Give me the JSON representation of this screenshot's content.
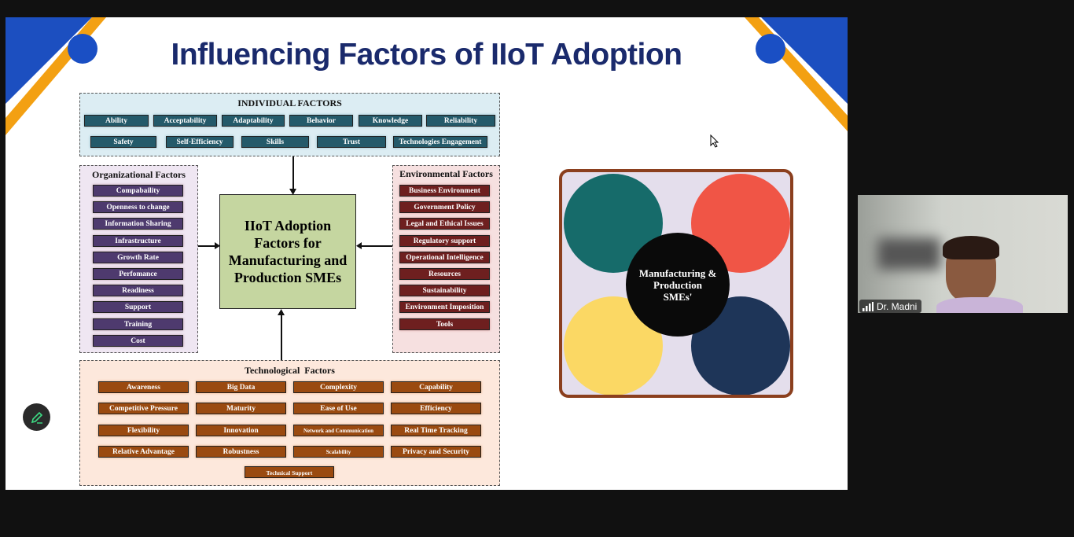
{
  "slide": {
    "title": "Influencing Factors of IIoT Adoption",
    "individual": {
      "heading": "INDIVIDUAL FACTORS",
      "items": [
        "Ability",
        "Acceptability",
        "Adaptability",
        "Behavior",
        "Knowledge",
        "Reliability",
        "Safety",
        "Self-Efficiency",
        "Skills",
        "Trust",
        "Technologies Engagement"
      ]
    },
    "organizational": {
      "heading": "Organizational Factors",
      "items": [
        "Compabaility",
        "Openness to change",
        "Information Sharing",
        "Infrastructure",
        "Growth Rate",
        "Perfomance",
        "Readiness",
        "Support",
        "Training",
        "Cost"
      ]
    },
    "environmental": {
      "heading": "Environmental Factors",
      "items": [
        "Business Environment",
        "Government Policy",
        "Legal and Ethical Issues",
        "Regulatory support",
        "Operational Intelligence",
        "Resources",
        "Sustainability",
        "Environment Imposition",
        "Tools"
      ]
    },
    "technological": {
      "heading": "Technological  Factors",
      "items": [
        "Awareness",
        "Big Data",
        "Complexity",
        "Capability",
        "Competitive Pressure",
        "Maturity",
        "Ease of Use",
        "Efficiency",
        "Flexibility",
        "Innovation",
        "Network and Communication",
        "Real Time Tracking",
        "Relative Advantage",
        "Robustness",
        "Scalability",
        "Privacy and Security",
        "Technical Support"
      ]
    },
    "center": "IIoT Adoption Factors for Manufacturing and Production SMEs",
    "graphic_center": "Manufacturing & Production SMEs'"
  },
  "participant": {
    "name": "Dr. Madni"
  },
  "colors": {
    "title": "#1a2a6c",
    "individual": "#245a6a",
    "organizational": "#4e3a6e",
    "environmental": "#6e1f1f",
    "technological": "#9a4a10",
    "center": "#c5d6a0"
  }
}
